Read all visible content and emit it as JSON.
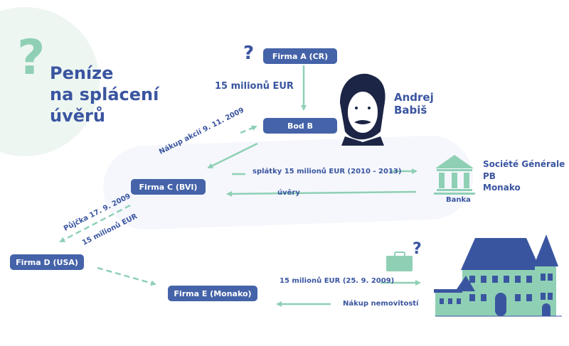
{
  "title": {
    "line1": "Peníze",
    "line2": "na splácení",
    "line3": "úvěrů",
    "mark": "?"
  },
  "nodes": {
    "firma_a": "Firma A (CR)",
    "bod_b": "Bod B",
    "firma_c": "Firma C (BVI)",
    "firma_d": "Firma D (USA)",
    "firma_e": "Firma E (Monako)"
  },
  "person": {
    "first": "Andrej",
    "last": "Babiš"
  },
  "bank": {
    "label": "Banka",
    "name1": "Société Générale",
    "name2": "PB",
    "name3": "Monako"
  },
  "labels": {
    "a_to_b": "15 milionů EUR",
    "question_a": "?",
    "nakup_akcii": "Nákup akcií 9. 11. 2009",
    "splatky": "splátky 15 milionů EUR (2010 - 2013)",
    "uvery": "úvěry",
    "pujcka": "Půjčka 17. 9. 2009",
    "pujcka_amount": "15 milionů EUR",
    "to_property": "15 milionů EUR (25. 9. 2009)",
    "nakup_nemovitosti": "Nákup nemovitostí",
    "question_case": "?"
  },
  "colors": {
    "primary": "#4563a8",
    "text": "#3a55a0",
    "accent": "#8fd0b5",
    "bg_shape": "#f5f7fc",
    "circle": "#eef6f2"
  }
}
